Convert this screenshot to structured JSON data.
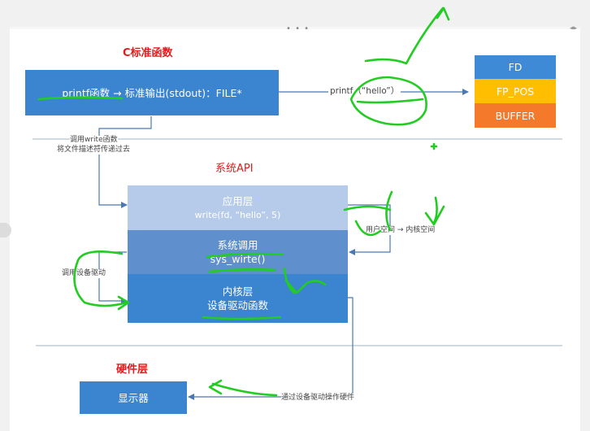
{
  "sections": {
    "c_std": "C标准函数",
    "sys_api": "系统API",
    "hardware": "硬件层"
  },
  "boxes": {
    "printf_line": "printf函数 → 标准输出(stdout)：FILE*",
    "fd": "FD",
    "fp_pos": "FP_POS",
    "buffer": "BUFFER",
    "app_layer_title": "应用层",
    "app_layer_call": "write(fd, “hello”, 5)",
    "syscall_title": "系统调用",
    "syscall_name": "sys_wirte()",
    "kernel_title": "内核层",
    "kernel_sub": "设备驱动函数",
    "display": "显示器"
  },
  "labels": {
    "printf_hello": "printf（“hello”）",
    "call_write": "调用write函数",
    "pass_fd": "将文件描述符传递过去",
    "user_kernel": "用户空间 → 内核空间",
    "call_driver": "调用设备驱动",
    "via_driver": "通过设备驱动操作硬件"
  },
  "colors": {
    "blue": "#3b84cf",
    "light_blue": "#b6cbea",
    "mid_blue": "#5f8fcc",
    "fd_blue": "#3f8ad6",
    "orange_yellow": "#ffbf00",
    "orange": "#f4792a",
    "header_red": "#e21b1b",
    "annotation_green": "#22cc22"
  }
}
